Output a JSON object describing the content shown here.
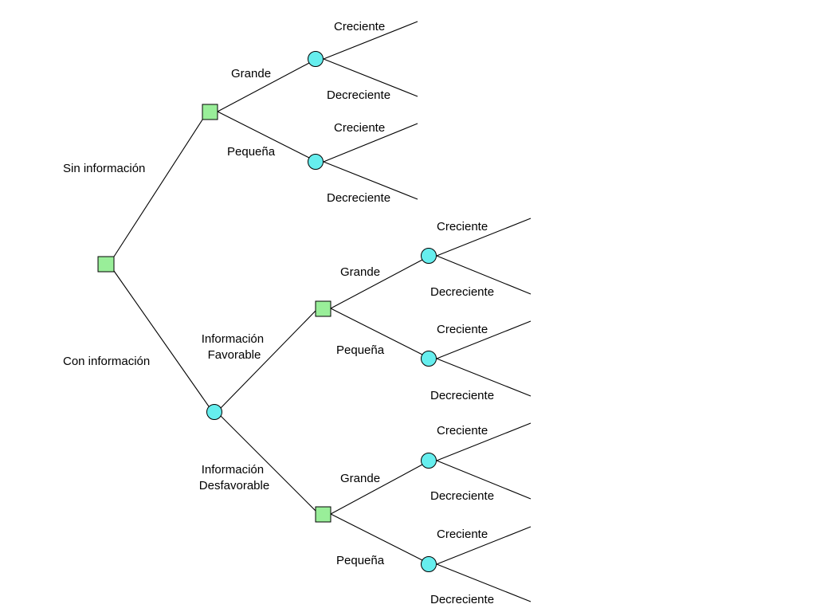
{
  "diagram": {
    "type": "decision-tree",
    "colors": {
      "decision_node": "#99ee99",
      "chance_node": "#66eeee",
      "lines": "#000000"
    },
    "root": {
      "node": "decision",
      "branches": [
        {
          "label": "Sin información",
          "child": {
            "node": "decision",
            "branches": [
              {
                "label": "Grande",
                "child": {
                  "node": "chance",
                  "branches": [
                    {
                      "label": "Creciente"
                    },
                    {
                      "label": "Decreciente"
                    }
                  ]
                }
              },
              {
                "label": "Pequeña",
                "child": {
                  "node": "chance",
                  "branches": [
                    {
                      "label": "Creciente"
                    },
                    {
                      "label": "Decreciente"
                    }
                  ]
                }
              }
            ]
          }
        },
        {
          "label": "Con información",
          "child": {
            "node": "chance",
            "branches": [
              {
                "label": [
                  "Información",
                  "Favorable"
                ],
                "child": {
                  "node": "decision",
                  "branches": [
                    {
                      "label": "Grande",
                      "child": {
                        "node": "chance",
                        "branches": [
                          {
                            "label": "Creciente"
                          },
                          {
                            "label": "Decreciente"
                          }
                        ]
                      }
                    },
                    {
                      "label": "Pequeña",
                      "child": {
                        "node": "chance",
                        "branches": [
                          {
                            "label": "Creciente"
                          },
                          {
                            "label": "Decreciente"
                          }
                        ]
                      }
                    }
                  ]
                }
              },
              {
                "label": [
                  "Información",
                  "Desfavorable"
                ],
                "child": {
                  "node": "decision",
                  "branches": [
                    {
                      "label": "Grande",
                      "child": {
                        "node": "chance",
                        "branches": [
                          {
                            "label": "Creciente"
                          },
                          {
                            "label": "Decreciente"
                          }
                        ]
                      }
                    },
                    {
                      "label": "Pequeña",
                      "child": {
                        "node": "chance",
                        "branches": [
                          {
                            "label": "Creciente"
                          },
                          {
                            "label": "Decreciente"
                          }
                        ]
                      }
                    }
                  ]
                }
              }
            ]
          }
        }
      ]
    }
  }
}
